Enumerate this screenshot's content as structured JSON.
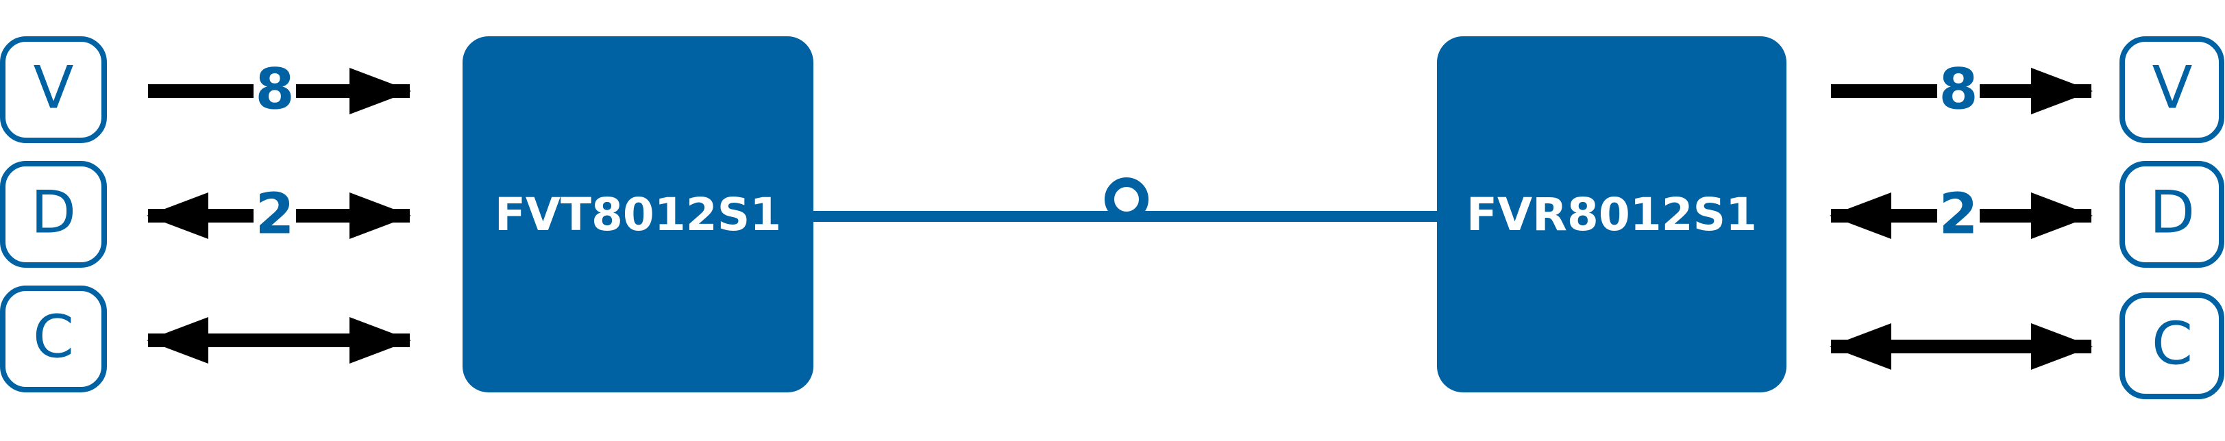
{
  "colors": {
    "brand": "#0062a3",
    "arrow": "#000000",
    "background": "#ffffff"
  },
  "transmitter": {
    "label": "FVT8012S1"
  },
  "receiver": {
    "label": "FVR8012S1"
  },
  "left_ports": [
    {
      "label": "V",
      "count": "8",
      "direction": "input"
    },
    {
      "label": "D",
      "count": "2",
      "direction": "bidirectional"
    },
    {
      "label": "C",
      "count": "",
      "direction": "bidirectional"
    }
  ],
  "right_ports": [
    {
      "label": "V",
      "count": "8",
      "direction": "output"
    },
    {
      "label": "D",
      "count": "2",
      "direction": "bidirectional"
    },
    {
      "label": "C",
      "count": "",
      "direction": "bidirectional"
    }
  ],
  "link": {
    "type": "fiber",
    "connector": "ring"
  }
}
